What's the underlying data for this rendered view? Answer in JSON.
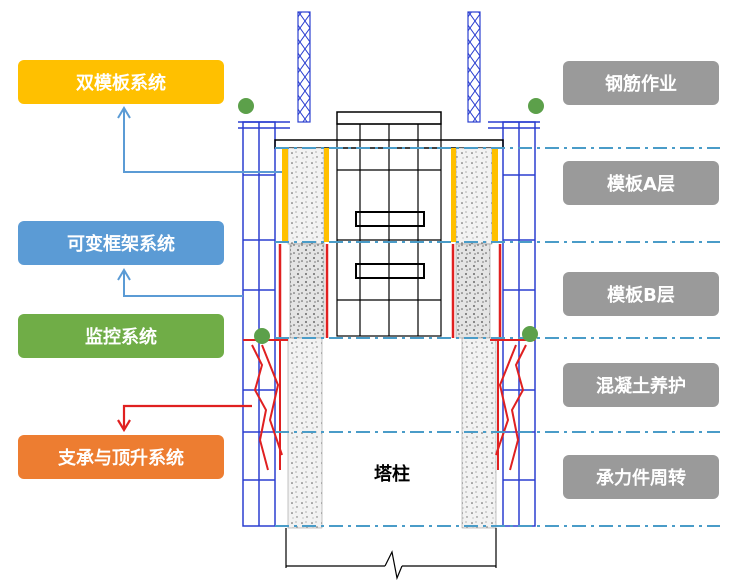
{
  "left_labels": {
    "double_formwork": {
      "text": "双模板系统",
      "color": "#ffc000"
    },
    "variable_frame": {
      "text": "可变框架系统",
      "color": "#5b9bd5"
    },
    "monitoring": {
      "text": "监控系统",
      "color": "#70ad47"
    },
    "support_jacking": {
      "text": "支承与顶升系统",
      "color": "#ed7d31"
    }
  },
  "right_labels": {
    "rebar": "钢筋作业",
    "formwork_a": "模板A层",
    "formwork_b": "模板B层",
    "curing": "混凝土养护",
    "turnover": "承力件周转"
  },
  "tower_label": "塔柱",
  "colors": {
    "right_label_bg": "#9a9a9a",
    "frame_blue": "#2b3fd0",
    "formwork_yellow": "#ffc000",
    "support_red": "#e02020",
    "level_line": "#4a9cc8",
    "sensor_green": "#5ca04a"
  }
}
